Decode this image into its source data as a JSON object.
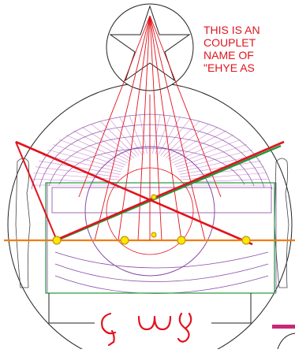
{
  "callout": {
    "lines": [
      "THIS IS AN",
      "COUPLET",
      "NAME OF",
      "\"EHYE AS"
    ]
  },
  "colors": {
    "red": "#e0141e",
    "green": "#1e9a3a",
    "orange": "#f07d12",
    "yellow": "#ffe600",
    "purple": "#8a4aa6",
    "magenta": "#c8287a",
    "black": "#222222"
  },
  "icons": {
    "bottom_glyphs": "hebrew-letters-icon",
    "top_symbol": "pentagram-icon"
  }
}
